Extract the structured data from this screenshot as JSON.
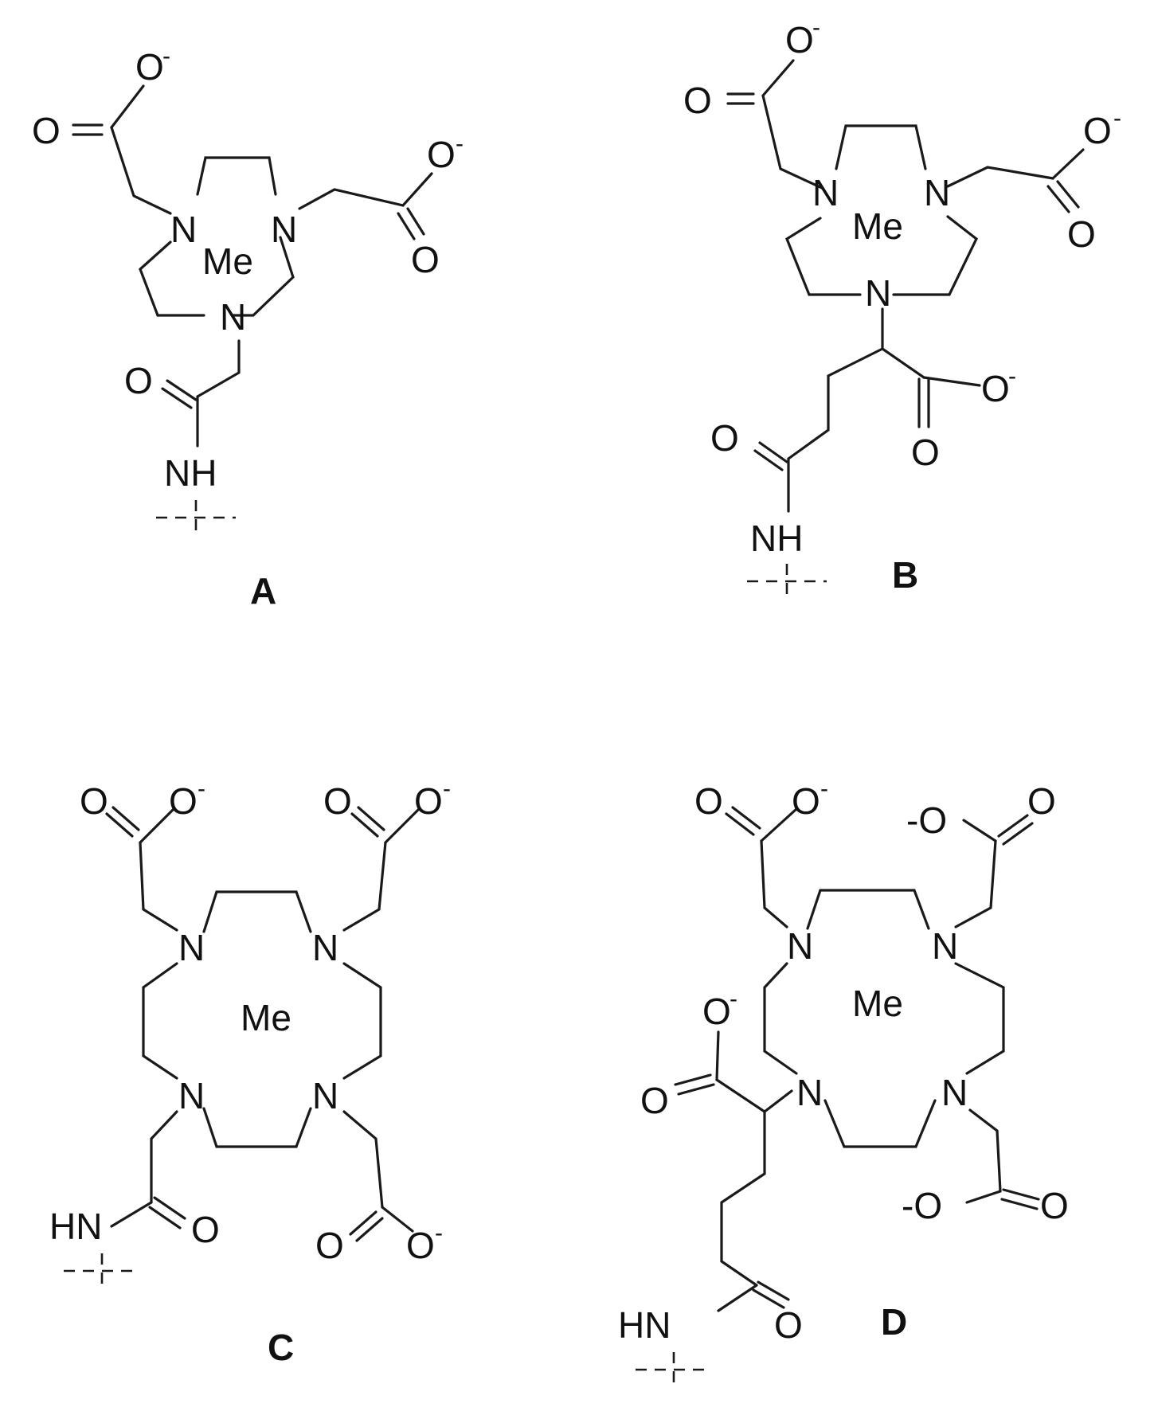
{
  "atoms": {
    "N": "N",
    "O": "O",
    "NH": "NH",
    "HN": "HN",
    "metal": "Me",
    "charge": "-",
    "neg_O": "-O"
  },
  "panels": {
    "A": {
      "label": "A"
    },
    "B": {
      "label": "B"
    },
    "C": {
      "label": "C"
    },
    "D": {
      "label": "D"
    }
  }
}
